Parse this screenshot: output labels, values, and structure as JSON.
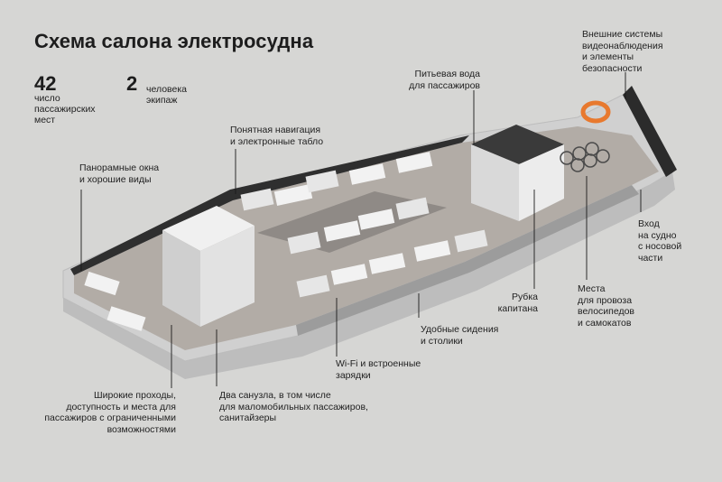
{
  "title": "Схема салона электросудна",
  "stats": [
    {
      "value": "42",
      "text": "число\nпассажирских\nмест"
    },
    {
      "value": "2",
      "text": "человека\nэкипаж"
    }
  ],
  "labels": {
    "cameras": "Внешние системы\nвидеонаблюдения\nи элементы\nбезопасности",
    "water": "Питьевая вода\nдля пассажиров",
    "navigation": "Понятная навигация\nи электронные табло",
    "windows": "Панорамные окна\nи хорошие виды",
    "entrance": "Вход\nна судно\nс носовой\nчасти",
    "bikes": "Места\nдля провоза\nвелосипедов\nи самокатов",
    "cabin": "Рубка\nкапитана",
    "seats": "Удобные сидения\nи столики",
    "wifi": "Wi-Fi и встроенные\nзарядки",
    "aisles": "Широкие проходы,\nдоступность и места для\nпассажиров с ограниченными\nвозможностями",
    "toilets": "Два санузла, в том числе\nдля маломобильных пассажиров,\nсанитайзеры"
  },
  "colors": {
    "background": "#d6d6d4",
    "hull": "#cfcfcf",
    "floor": "#b0aaa5",
    "wall": "#2b2b2b",
    "block": "#e8e8e8",
    "seat": "#dcdcdc",
    "lifebuoy": "#e8792e",
    "leader": "#1a1a1a"
  }
}
